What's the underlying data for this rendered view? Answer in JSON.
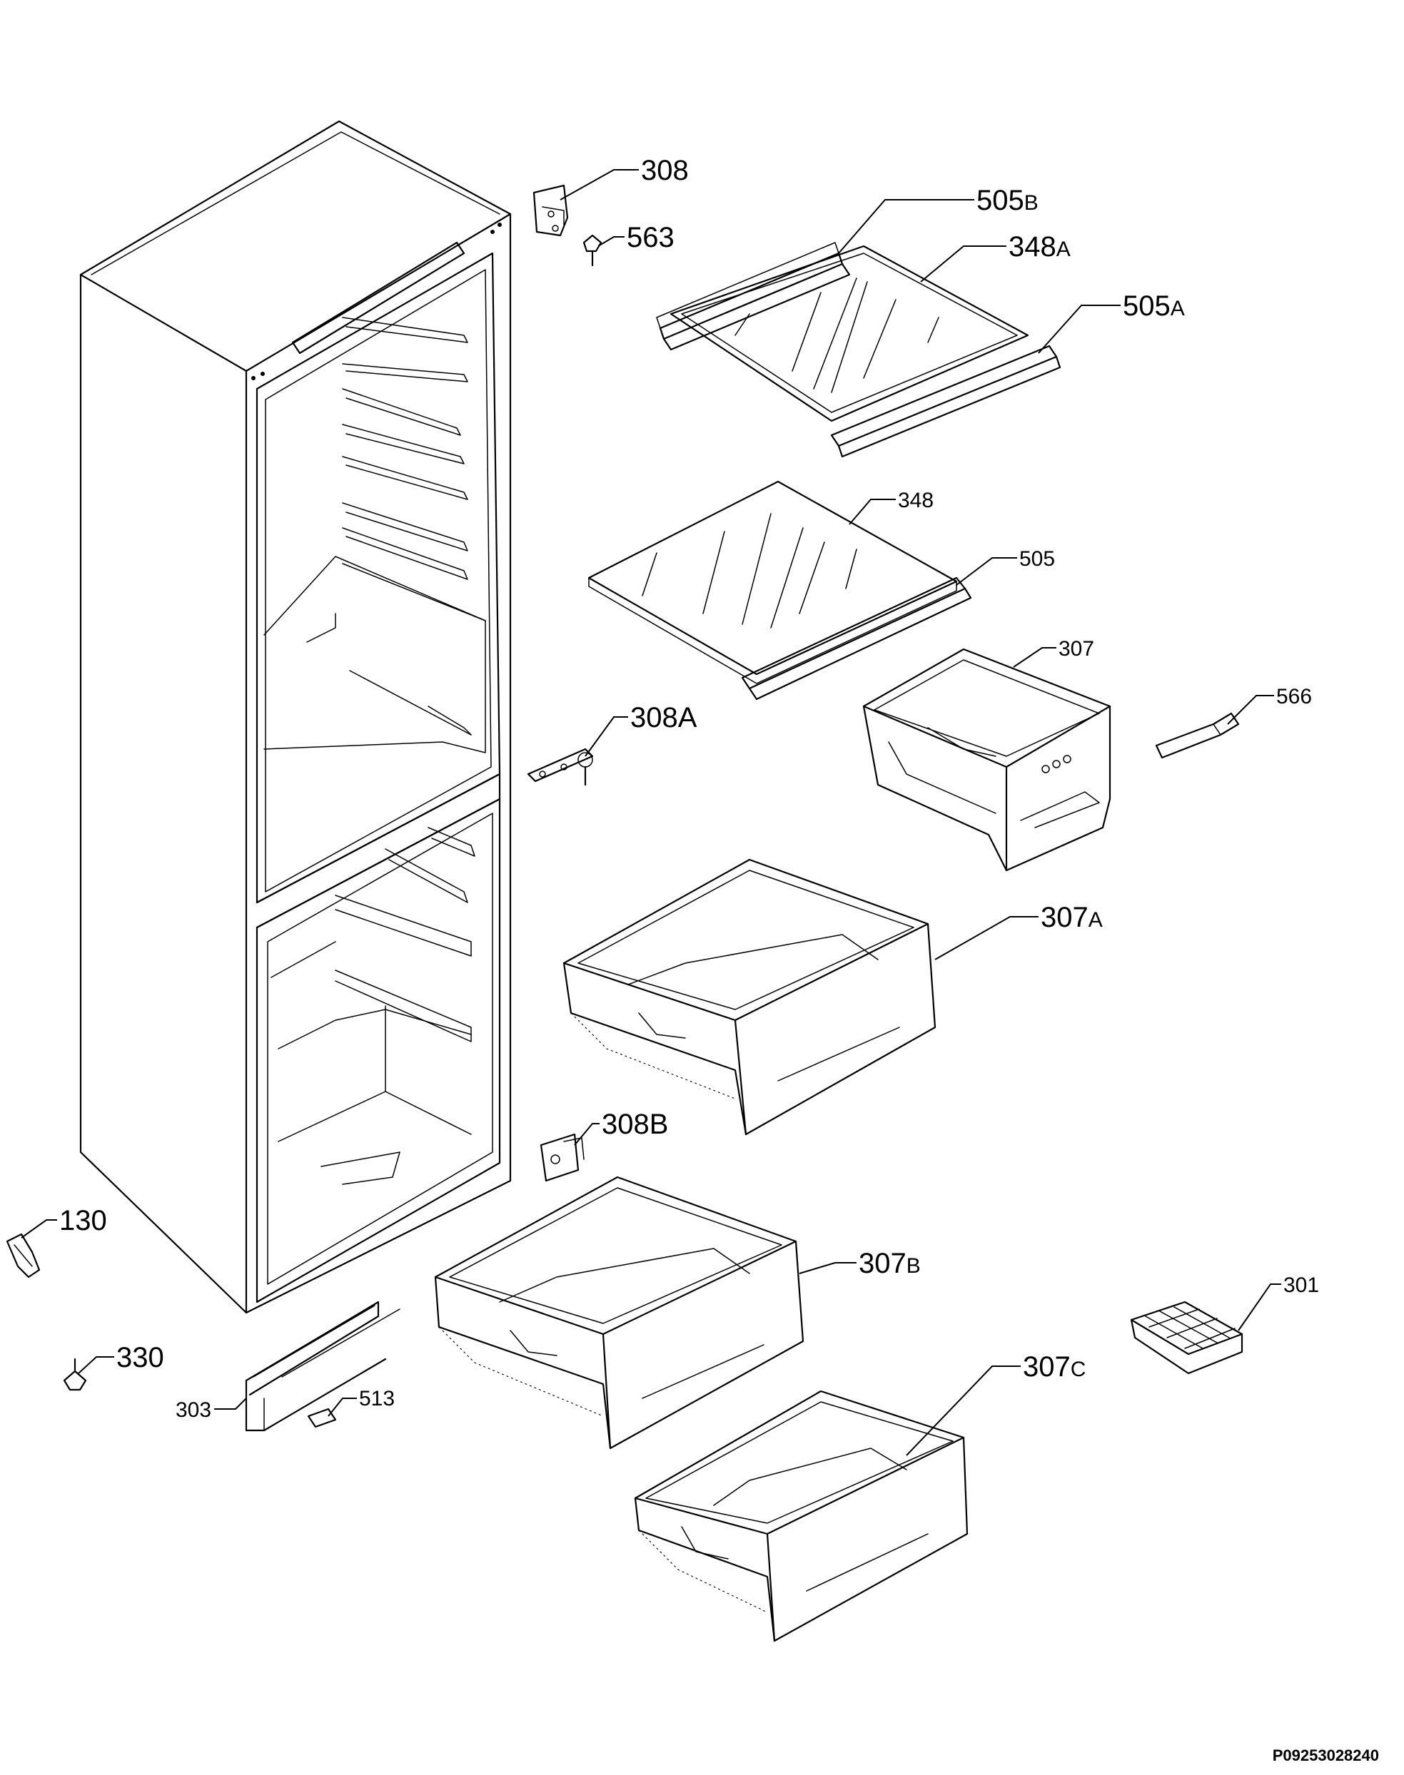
{
  "labels": {
    "p308": {
      "num": "308",
      "suffix": ""
    },
    "p563": {
      "num": "563",
      "suffix": ""
    },
    "p505b": {
      "num": "505",
      "suffix": "B"
    },
    "p348a": {
      "num": "348",
      "suffix": "A"
    },
    "p505a": {
      "num": "505",
      "suffix": "A"
    },
    "p348": {
      "num": "348",
      "suffix": ""
    },
    "p505": {
      "num": "505",
      "suffix": ""
    },
    "p307": {
      "num": "307",
      "suffix": ""
    },
    "p566": {
      "num": "566",
      "suffix": ""
    },
    "p308a": {
      "num": "308A",
      "suffix": ""
    },
    "p307a": {
      "num": "307",
      "suffix": "A"
    },
    "p308b": {
      "num": "308B",
      "suffix": ""
    },
    "p130": {
      "num": "130",
      "suffix": ""
    },
    "p307b": {
      "num": "307",
      "suffix": "B"
    },
    "p301": {
      "num": "301",
      "suffix": ""
    },
    "p330": {
      "num": "330",
      "suffix": ""
    },
    "p307c": {
      "num": "307",
      "suffix": "C"
    },
    "p303": {
      "num": "303",
      "suffix": ""
    },
    "p513": {
      "num": "513",
      "suffix": ""
    }
  },
  "drawing_code": "P09253028240"
}
